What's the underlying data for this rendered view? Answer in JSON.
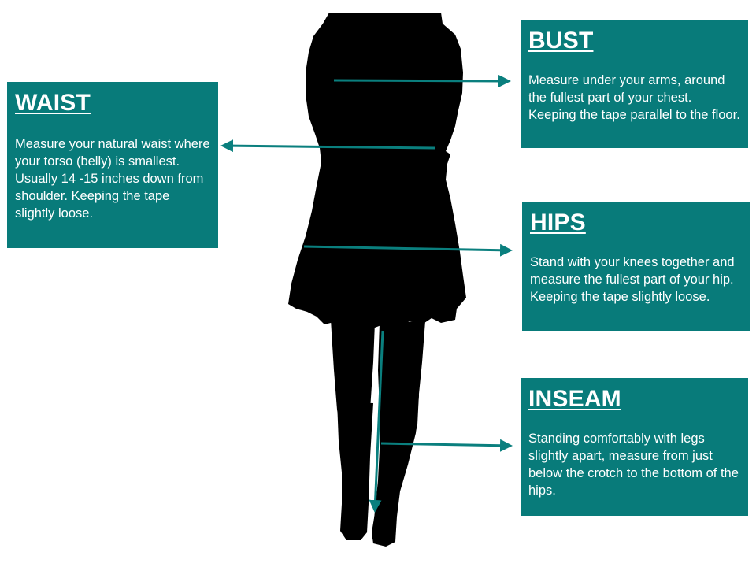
{
  "colors": {
    "panel": "#087b7a",
    "arrow": "#0a7f7e",
    "silhouette": "#000000",
    "text": "#ffffff"
  },
  "cards": {
    "bust": {
      "title": "BUST",
      "text": "Measure under your arms, around the fullest part of your chest. Keeping the tape parallel to the floor."
    },
    "waist": {
      "title": "WAIST",
      "text": "Measure your natural waist where your torso (belly) is smallest. Usually 14 -15 inches down from shoulder. Keeping the tape slightly loose."
    },
    "hips": {
      "title": "HIPS",
      "text": "Stand with your knees together and measure the fullest part of your hip. Keeping the tape slightly loose."
    },
    "inseam": {
      "title": "INSEAM",
      "text": "Standing comfortably with legs slightly apart, measure from just below the crotch to the bottom of the hips."
    }
  }
}
